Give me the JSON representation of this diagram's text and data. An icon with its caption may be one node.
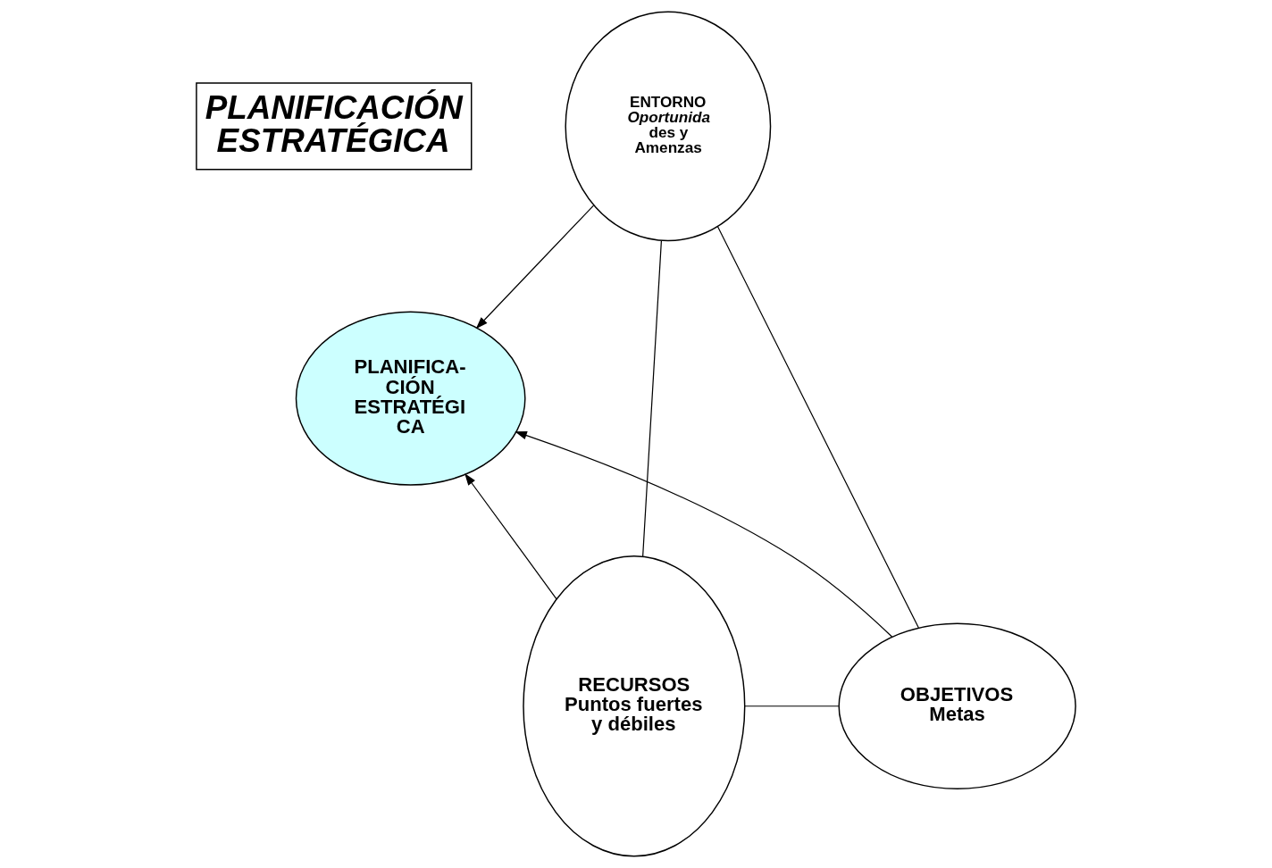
{
  "diagram": {
    "nodes": [
      {
        "text": [
          "PLANIFICACIÓN ESTRATÉGICA"
        ]
      },
      {
        "text": [
          "ENTORNO",
          "Oportunida",
          "des y",
          "Amenzas"
        ]
      },
      {
        "text": [
          "PLANIFICA- CIÓN ESTRATÉGI CA"
        ]
      },
      {
        "text": [
          "RECURSOS",
          "Puntos fuertes y débiles"
        ]
      },
      {
        "text": [
          "OBJETIVOS",
          "Metas"
        ]
      }
    ],
    "edges": [
      {
        "from": 1,
        "to": 2,
        "arrow": "to"
      },
      {
        "from": 3,
        "to": 2,
        "arrow": "to"
      },
      {
        "from": 4,
        "to": 2,
        "arrow": "to"
      },
      {
        "from": 1,
        "to": 3,
        "arrow": "none"
      },
      {
        "from": 1,
        "to": 4,
        "arrow": "none"
      },
      {
        "from": 3,
        "to": 4,
        "arrow": "none"
      }
    ]
  }
}
